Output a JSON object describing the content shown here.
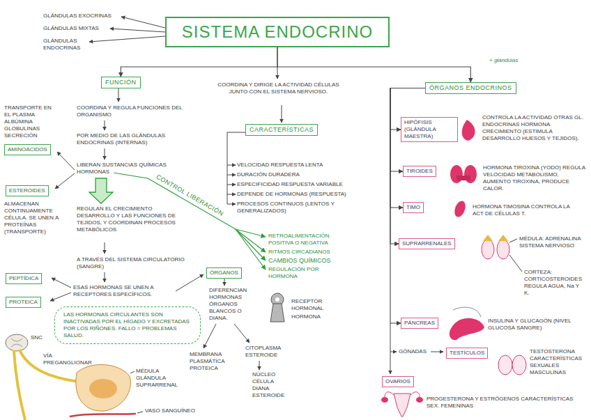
{
  "diagram": {
    "nodes": [
      {
        "text": [
          "SISTEMA ENDOCRINO"
        ]
      },
      {
        "text": [
          "FUNCIÓN"
        ]
      },
      {
        "text": [
          "CARACTERÍSTICAS"
        ]
      },
      {
        "text": [
          "ÓRGANOS ENDOCRINOS"
        ]
      },
      {
        "text": [
          "AMINOÁCIDOS"
        ]
      },
      {
        "text": [
          "ESTEROIDES"
        ]
      },
      {
        "text": [
          "HIPÓFISIS (GLÁNDULA MAESTRA)"
        ]
      },
      {
        "text": [
          "TIROIDES"
        ]
      },
      {
        "text": [
          "TIMO"
        ]
      },
      {
        "text": [
          "SUPRARRENALES"
        ]
      },
      {
        "text": [
          "ÓRGANOS"
        ]
      },
      {
        "text": [
          "PEPTÍDICA"
        ]
      },
      {
        "text": [
          "PROTEICA"
        ]
      },
      {
        "text": [
          "LAS HORMONAS CIRCULANTES SON INACTIVADAS POR EL HÍGADO Y EXCRETADAS POR LOS RIÑONES. FALLO = PROBLEMAS SALUD."
        ]
      },
      {
        "text": [
          "PÁNCREAS"
        ]
      },
      {
        "text": [
          "TESTÍCULOS"
        ]
      },
      {
        "text": [
          "OVARIOS"
        ]
      }
    ],
    "edges": [
      {
        "from": 0,
        "to": 1,
        "arrow": "to"
      },
      {
        "from": 0,
        "to": 3,
        "arrow": "to"
      },
      {
        "from": 3,
        "to": 6,
        "arrow": "to"
      },
      {
        "from": 3,
        "to": 7,
        "arrow": "to"
      },
      {
        "from": 3,
        "to": 8,
        "arrow": "to"
      },
      {
        "from": 3,
        "to": 9,
        "arrow": "to"
      },
      {
        "from": 3,
        "to": 14,
        "arrow": "to"
      }
    ],
    "labels": [
      "GLÁNDULAS EXOCRINAS",
      "GLÁNDULAS MIXTAS",
      "GLÁNDULAS ENDOCRINAS",
      "+ glándulas",
      "COORDINA Y DIRIGE LA ACTIVIDAD CÉLULAS JUNTO CON EL SISTEMA NERVIOSO.",
      "TRANSPORTE EN EL PLASMA ALBÚMINA GLOBULINAS SECRECIÓN",
      "COORDINA Y REGULA FUNCIONES DEL ORGANISMO",
      "POR MEDIO DE LAS GLÁNDULAS ENDOCRINAS (INTERNAS)",
      "LIBERAN SUSTANCIAS QUÍMICAS HORMONAS",
      "CONTROL LIBERACIÓN",
      "VELOCIDAD RESPUESTA LENTA",
      "DURACIÓN DURADERA",
      "ESPECIFICIDAD RESPUESTA VARIABLE",
      "DEPENDE DE HORMONAS (RESPUESTA)",
      "PROCESOS CONTINUOS (LENTOS Y GENERALIZADOS)",
      "CONTROLA LA ACTIVIDAD OTRAS GL. ENDOCRINAS HORMONA CRECIMIENTO (ESTIMULA DESARROLLO HUESOS Y TEJIDOS).",
      "HORMONA TIROXINA (YODO) REGULA VELOCIDAD METABOLISMO, AUMENTO TIROXINA, PRODUCE CALOR.",
      "HORMONA TIMOSINA CONTROLA LA ACT DE CÉLULAS T.",
      "ALMACENAN CONTINUAMENTE CÉLULA. SE UNEN A PROTEÍNAS (TRANSPORTE)",
      "REGULAN EL CRECIMIENTO DESARROLLO Y LAS FUNCIONES DE TEJIDOS, Y COORDINAN PROCESOS METABÓLICOS",
      "RETROALIMENTACIÓN POSITIVA O NEGATIVA",
      "RITMOS CIRCADIANOS",
      "CAMBIOS QUÍMICOS",
      "REGULACIÓN POR HORMONA",
      "MÉDULA: ADRENALINA SISTEMA NERVIOSO",
      "CORTEZA: CORTICOSTEROIDES REGULA AGUA, Na Y K.",
      "A TRAVÉS DEL SISTEMA CIRCULATORIO (SANGRE)",
      "ESAS HORMONAS SE UNEN A RECEPTORES ESPECÍFICOS.",
      "DIFERENCIAN HORMONAS ÓRGANOS BLANCOS O DIANA.",
      "RECEPTOR HORMONAL",
      "HORMONA",
      "INSULINA Y GLUCAGÓN (NIVEL GLUCOSA SANGRE)",
      "SNC",
      "VÍA PREGANGLIONAR",
      "GÓNADAS",
      "TESTOSTERONA CARACTERÍSTICAS SEXUALES MASCULINAS",
      "MEMBRANA PLASMÁTICA PROTEICA",
      "CITOPLASMA ESTEROIDE",
      "NÚCLEO CÉLULA DIANA ESTEROIDE",
      "MÉDULA GLÁNDULA SUPRARRENAL",
      "VASO SANGUÍNEO",
      "PROGESTERONA Y ESTRÓGENOS CARACTERÍSTICAS SEX. FEMENINAS"
    ]
  }
}
